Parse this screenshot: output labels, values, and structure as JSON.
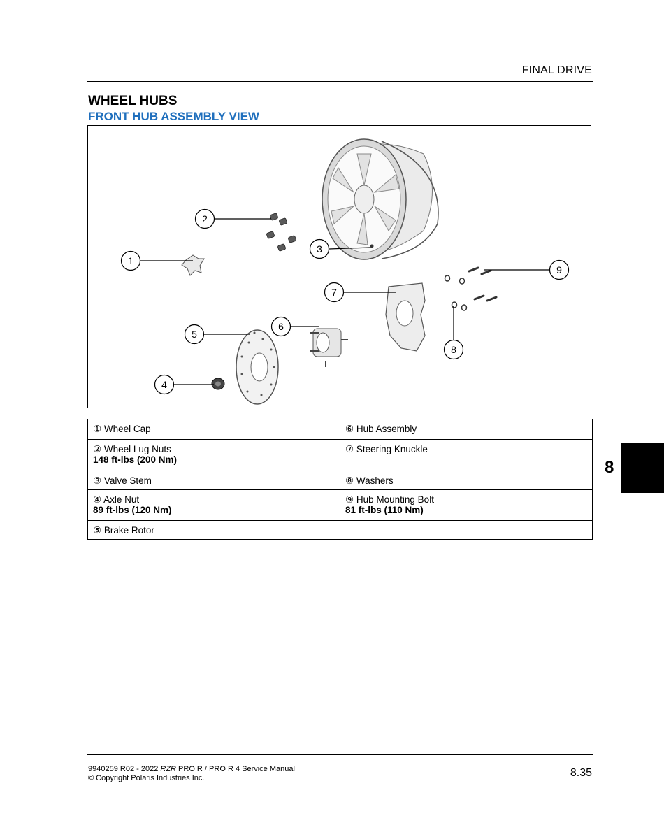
{
  "header": {
    "section": "FINAL DRIVE"
  },
  "titles": {
    "section": "WHEEL HUBS",
    "subsection": "FRONT HUB ASSEMBLY VIEW"
  },
  "callouts": [
    "1",
    "2",
    "3",
    "4",
    "5",
    "6",
    "7",
    "8",
    "9"
  ],
  "legend": {
    "rows": [
      {
        "left": {
          "num": "①",
          "name": "Wheel Cap",
          "torque": ""
        },
        "right": {
          "num": "⑥",
          "name": "Hub Assembly",
          "torque": ""
        }
      },
      {
        "left": {
          "num": "②",
          "name": "Wheel Lug Nuts",
          "torque": "148 ft-lbs (200 Nm)"
        },
        "right": {
          "num": "⑦",
          "name": "Steering Knuckle",
          "torque": ""
        }
      },
      {
        "left": {
          "num": "③",
          "name": "Valve Stem",
          "torque": ""
        },
        "right": {
          "num": "⑧",
          "name": "Washers",
          "torque": ""
        }
      },
      {
        "left": {
          "num": "④",
          "name": "Axle Nut",
          "torque": "89 ft-lbs (120 Nm)"
        },
        "right": {
          "num": "⑨",
          "name": "Hub Mounting Bolt",
          "torque": "81 ft-lbs (110 Nm)"
        }
      },
      {
        "left": {
          "num": "⑤",
          "name": "Brake Rotor",
          "torque": ""
        },
        "right": {
          "num": "",
          "name": "",
          "torque": ""
        }
      }
    ]
  },
  "chapter_tab": {
    "number": "8"
  },
  "footer": {
    "doc_number": "9940259 R02 - 2022 ",
    "model": "RZR",
    "manual_title": " PRO R / PRO R 4 Service Manual",
    "copyright": "© Copyright Polaris Industries Inc.",
    "page": "8.35"
  }
}
